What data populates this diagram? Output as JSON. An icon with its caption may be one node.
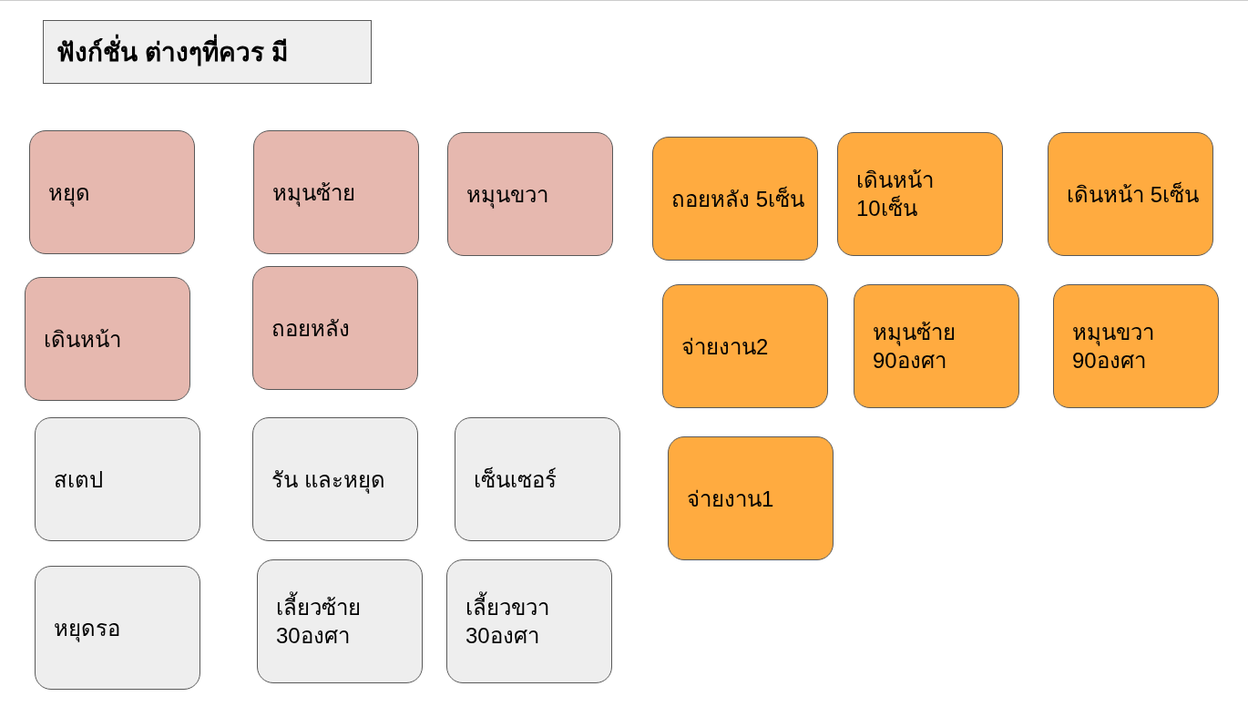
{
  "diagram": {
    "title": "ฟังก์ชั่น ต่างๆที่ควร มี",
    "nodes": [
      {
        "text": [
          "หยุด"
        ]
      },
      {
        "text": [
          "หมุนซ้าย"
        ]
      },
      {
        "text": [
          "หมุนขวา"
        ]
      },
      {
        "text": [
          "ถอยหลัง 5เซ็น"
        ]
      },
      {
        "text": [
          "เดินหน้า 10เซ็น"
        ]
      },
      {
        "text": [
          "เดินหน้า 5เซ็น"
        ]
      },
      {
        "text": [
          "เดินหน้า"
        ]
      },
      {
        "text": [
          "ถอยหลัง"
        ]
      },
      {
        "text": [
          "จ่ายงาน2"
        ]
      },
      {
        "text": [
          "หมุนซ้าย 90องศา"
        ]
      },
      {
        "text": [
          "หมุนขวา 90องศา"
        ]
      },
      {
        "text": [
          "สเตป"
        ]
      },
      {
        "text": [
          "รัน และหยุด"
        ]
      },
      {
        "text": [
          "เซ็นเซอร์"
        ]
      },
      {
        "text": [
          "จ่ายงาน1"
        ]
      },
      {
        "text": [
          "หยุดรอ"
        ]
      },
      {
        "text": [
          "เลี้ยวซ้าย 30องศา"
        ]
      },
      {
        "text": [
          "เลี้ยวขวา 30องศา"
        ]
      }
    ],
    "edges": []
  }
}
